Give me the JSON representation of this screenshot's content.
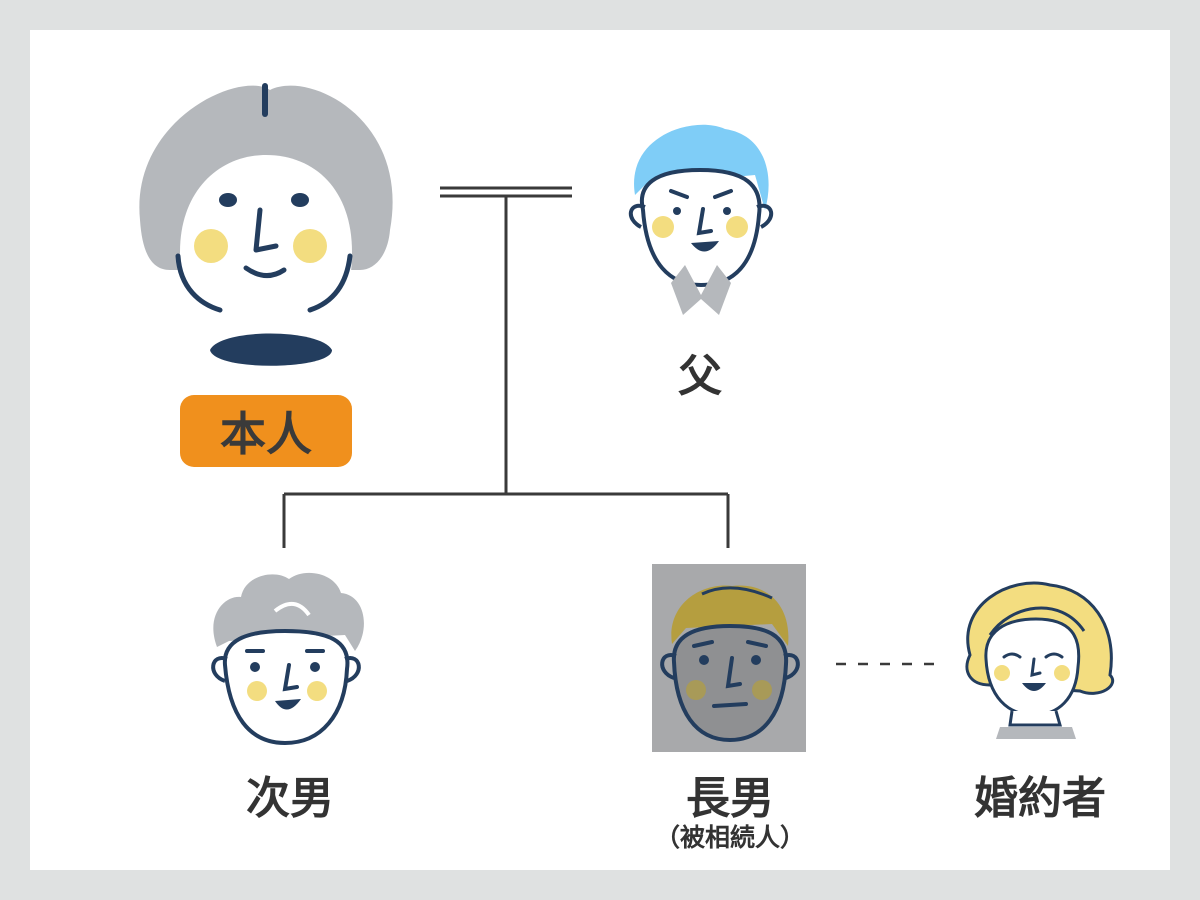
{
  "colors": {
    "background": "#dfe1e1",
    "panel": "#ffffff",
    "line": "#3a3a3a",
    "badge": "#f0901d",
    "navy": "#233d5e",
    "gray_hair": "#b5b8bc",
    "blue_hair": "#7fcdf7",
    "yellow": "#f3dd80",
    "deceased_bg": "#a8a9ab"
  },
  "diagram": {
    "self": {
      "label": "本人",
      "icon": "grandmother-face-icon"
    },
    "spouse": {
      "label": "父",
      "icon": "grandfather-face-icon"
    },
    "second_son": {
      "label": "次男",
      "icon": "curly-haired-man-face-icon"
    },
    "eldest_son": {
      "label": "長男",
      "note": "（被相続人）",
      "icon": "deceased-man-face-icon"
    },
    "fiancee": {
      "label": "婚約者",
      "icon": "woman-face-icon"
    }
  }
}
